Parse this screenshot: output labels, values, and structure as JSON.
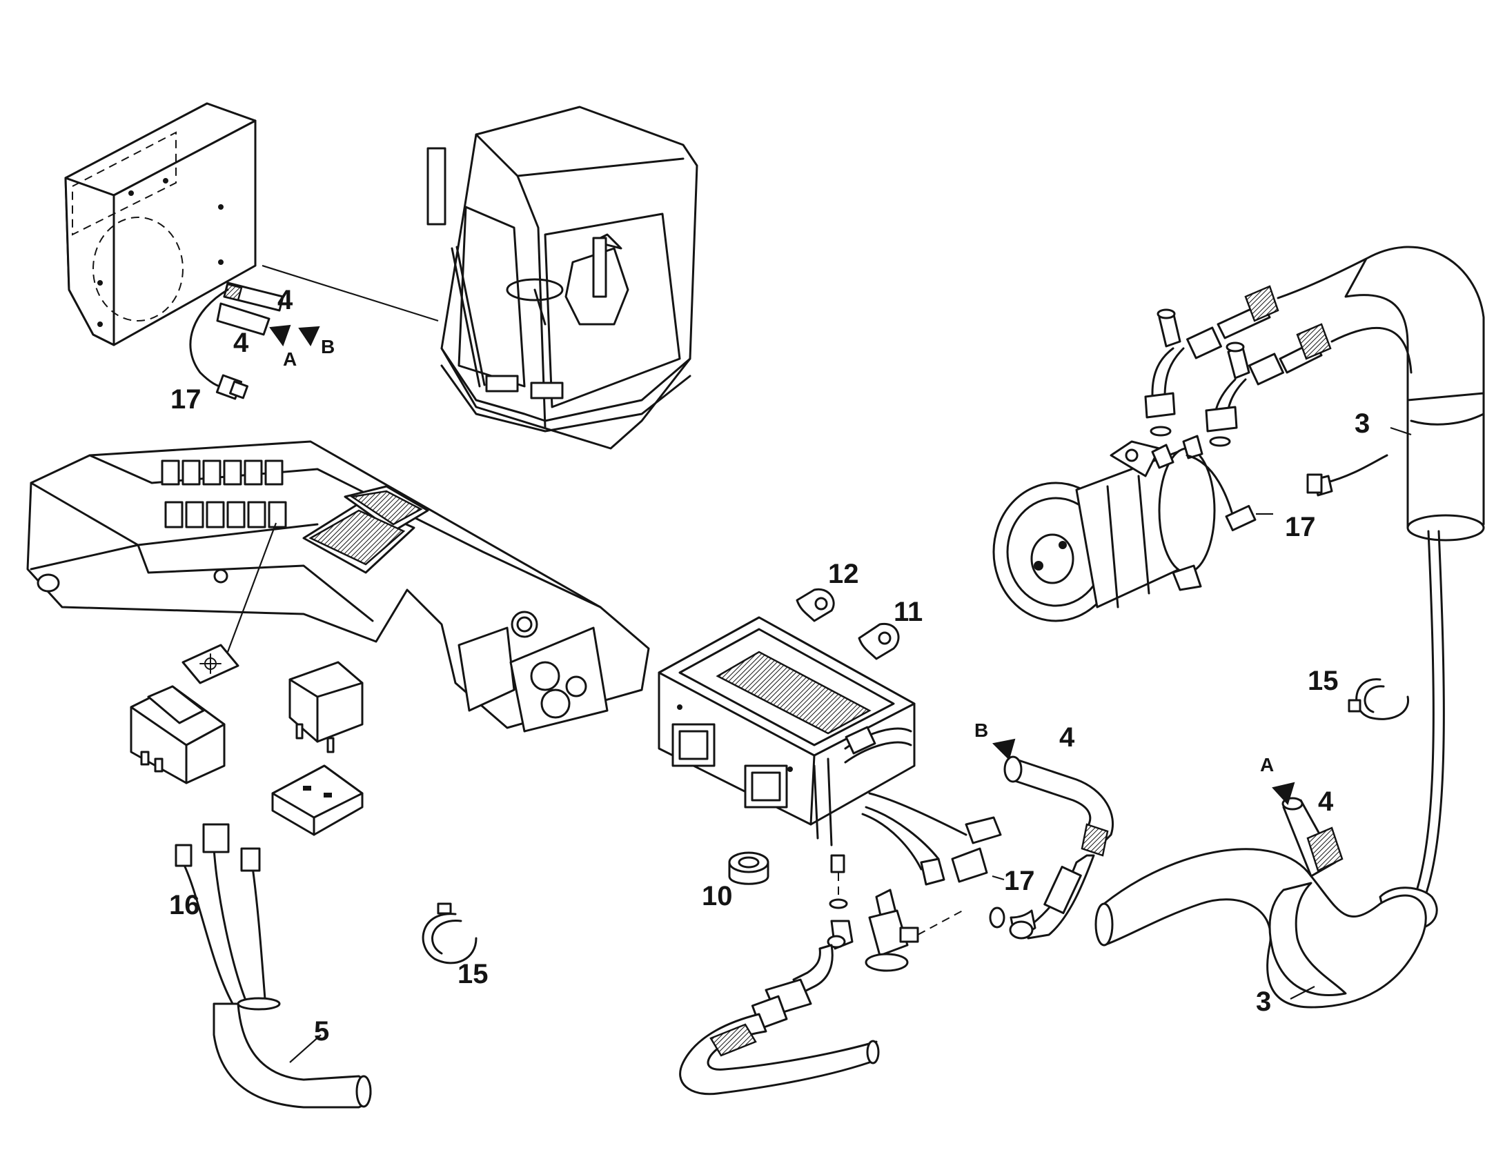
{
  "labels": {
    "heater_hose_upper": "4",
    "heater_hose_lower": "4",
    "arrow_a_upper": "A",
    "arrow_b_upper": "B",
    "heater_connector": "17",
    "hose_sleeve_upper": "3",
    "hose_sleeve_lower": "3",
    "compressor_connector": "17",
    "clamp_12": "12",
    "clamp_11": "11",
    "clamp_15_right": "15",
    "arrow_b_mid": "B",
    "hose_mid": "4",
    "arrow_a_right": "A",
    "hose_right": "4",
    "evaporator_connector": "17",
    "tape_10": "10",
    "harness_16": "16",
    "clamp_15_left": "15",
    "sleeve_5": "5"
  }
}
